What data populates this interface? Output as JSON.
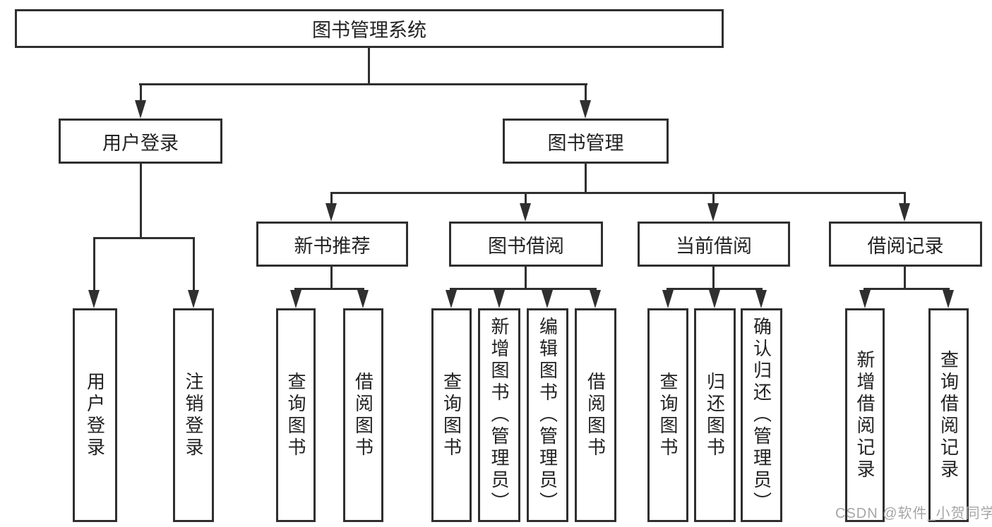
{
  "diagram": {
    "title": "图书管理系统",
    "branches": [
      {
        "label": "用户登录",
        "children": [
          {
            "label": "用户登录"
          },
          {
            "label": "注销登录"
          }
        ]
      },
      {
        "label": "图书管理",
        "children": [
          {
            "label": "新书推荐",
            "children": [
              {
                "label": "查询图书"
              },
              {
                "label": "借阅图书"
              }
            ]
          },
          {
            "label": "图书借阅",
            "children": [
              {
                "label": "查询图书"
              },
              {
                "label": "新增图书（管理员）"
              },
              {
                "label": "编辑图书（管理员）"
              },
              {
                "label": "借阅图书"
              }
            ]
          },
          {
            "label": "当前借阅",
            "children": [
              {
                "label": "查询图书"
              },
              {
                "label": "归还图书"
              },
              {
                "label": "确认归还（管理员）"
              }
            ]
          },
          {
            "label": "借阅记录",
            "children": [
              {
                "label": "新增借阅记录"
              },
              {
                "label": "查询借阅记录"
              }
            ]
          }
        ]
      }
    ]
  },
  "watermark": "CSDN @软件_小贺同学",
  "colors": {
    "line": "#2f2f2f",
    "box_border": "#2f2f2f",
    "text": "#222222",
    "watermark": "#a6a6a6",
    "background": "#ffffff"
  }
}
